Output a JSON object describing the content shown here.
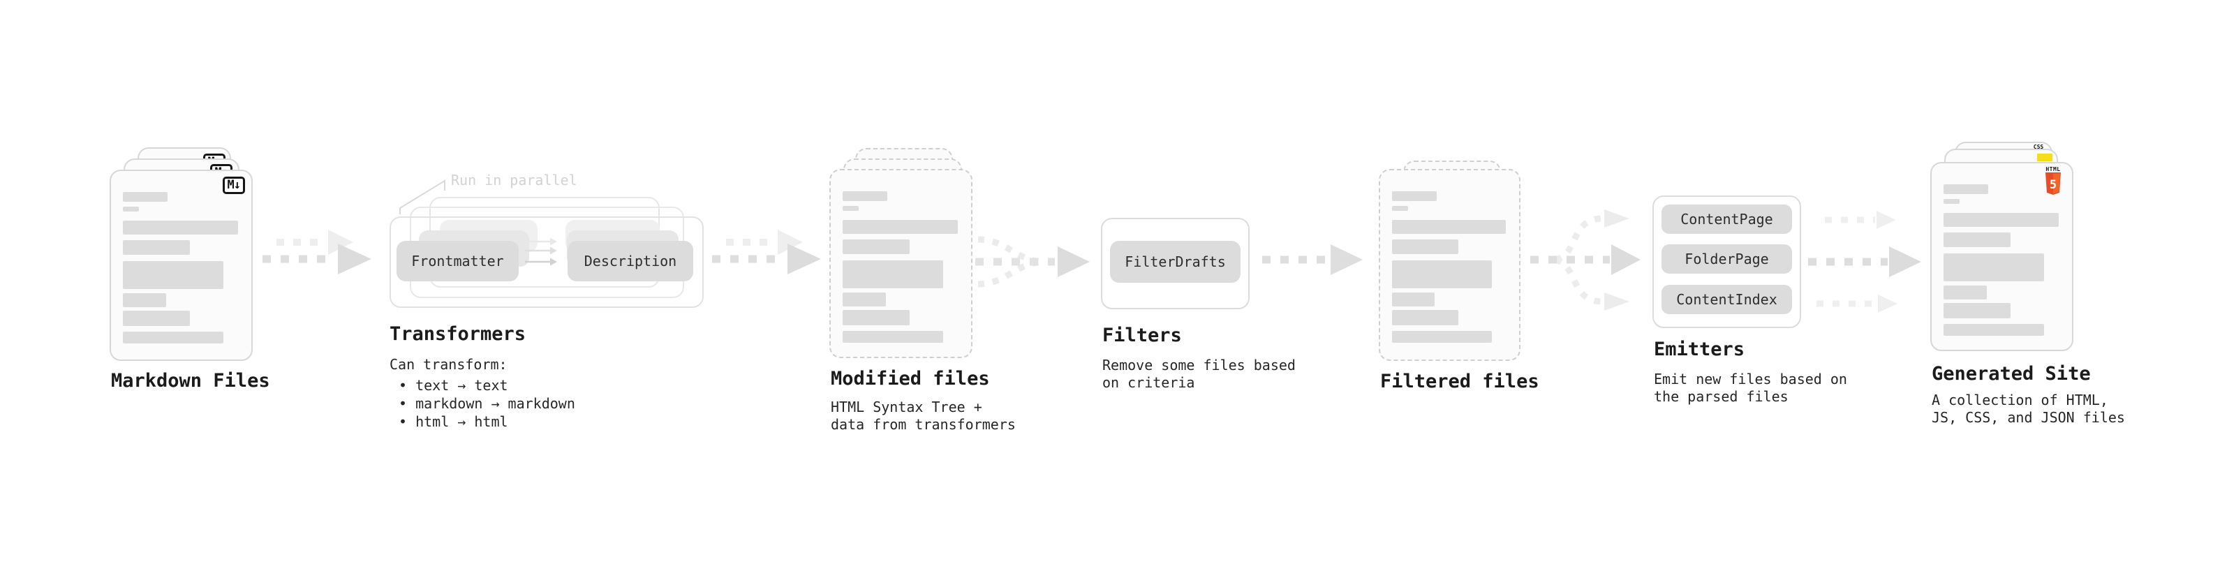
{
  "diagram": {
    "stages": {
      "markdown_files": {
        "title": "Markdown Files",
        "file_badge": "M↓"
      },
      "transformers": {
        "title": "Transformers",
        "annotation": "Run in parallel",
        "input_pill": "Frontmatter",
        "output_pill": "Description",
        "caption_heading": "Can transform:",
        "bullets": [
          "• text → text",
          "• markdown → markdown",
          "• html → html"
        ]
      },
      "modified_files": {
        "title": "Modified files",
        "caption": "HTML Syntax Tree +\ndata from transformers"
      },
      "filters": {
        "title": "Filters",
        "pill": "FilterDrafts",
        "caption": "Remove some files based\non criteria"
      },
      "filtered_files": {
        "title": "Filtered files"
      },
      "emitters": {
        "title": "Emitters",
        "pills": [
          "ContentPage",
          "FolderPage",
          "ContentIndex"
        ],
        "caption": "Emit new files based on\nthe parsed files"
      },
      "generated_site": {
        "title": "Generated Site",
        "caption": "A collection of HTML,\nJS, CSS, and JSON files",
        "css_badge": "CSS",
        "html_badge_word": "HTML",
        "html_badge_number": "5"
      }
    },
    "colors": {
      "html5_orange": "#E44D26",
      "html5_orange_light": "#F16529",
      "js_yellow": "#F5DE19",
      "css_blue": "#2962EA"
    }
  }
}
